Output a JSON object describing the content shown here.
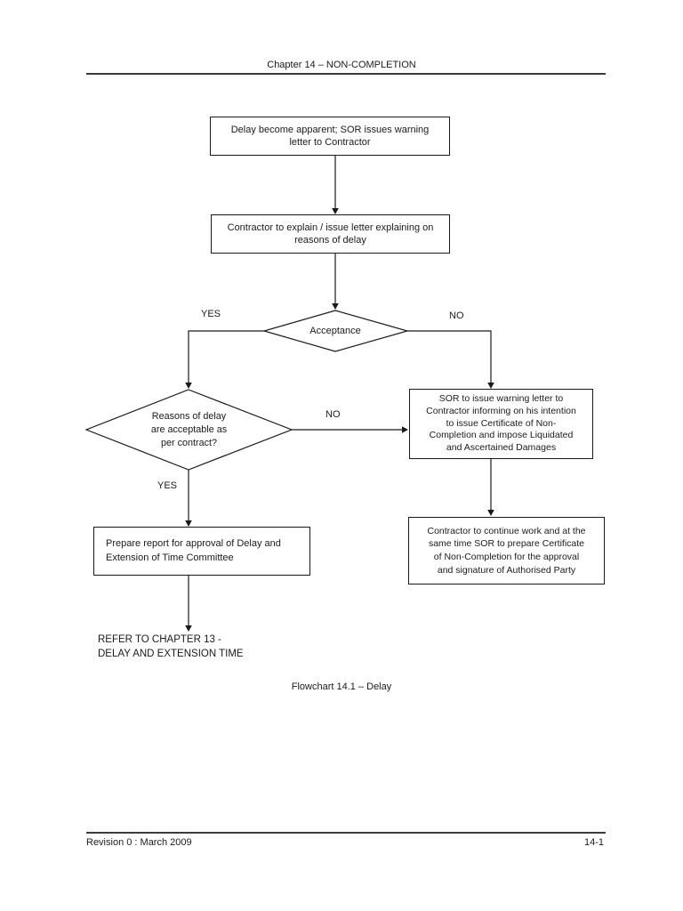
{
  "page": {
    "header": {
      "title": "Chapter 14 – NON-COMPLETION"
    },
    "caption": "Flowchart 14.1 – Delay",
    "footer": {
      "revision": "Revision 0 : March 2009",
      "page_number": "14-1"
    }
  },
  "flowchart": {
    "nodes": {
      "start_box": {
        "lines": [
          "Delay become apparent; SOR issues warning",
          "letter to Contractor"
        ]
      },
      "explain_box": {
        "lines": [
          "Contractor to explain / issue letter explaining on",
          "reasons of delay"
        ]
      },
      "acceptance_diamond": {
        "label": "Acceptance"
      },
      "reasons_diamond": {
        "lines": [
          "Reasons of delay",
          "are acceptable as",
          "per contract?"
        ]
      },
      "sor_warning_box": {
        "lines": [
          "SOR to issue warning letter to",
          "Contractor informing on his intention",
          "to issue Certificate of Non-",
          "Completion and impose Liquidated",
          "and Ascertained Damages"
        ]
      },
      "continue_work_box": {
        "lines": [
          "Contractor to continue work and at the",
          "same time SOR to prepare Certificate",
          "of Non-Completion for the approval",
          "and signature of Authorised Party"
        ]
      },
      "prepare_report_box": {
        "lines": [
          "Prepare report for approval of Delay and",
          "Extension of Time Committee"
        ]
      },
      "refer_note": {
        "lines": [
          "REFER TO CHAPTER 13 -",
          "DELAY AND EXTENSION TIME"
        ]
      }
    },
    "edge_labels": {
      "acceptance_yes": "YES",
      "acceptance_no": "NO",
      "reasons_no": "NO",
      "reasons_yes": "YES"
    },
    "colors": {
      "line": "#1a1a1a",
      "text": "#1b1b1b",
      "page_background": "#ffffff"
    }
  }
}
